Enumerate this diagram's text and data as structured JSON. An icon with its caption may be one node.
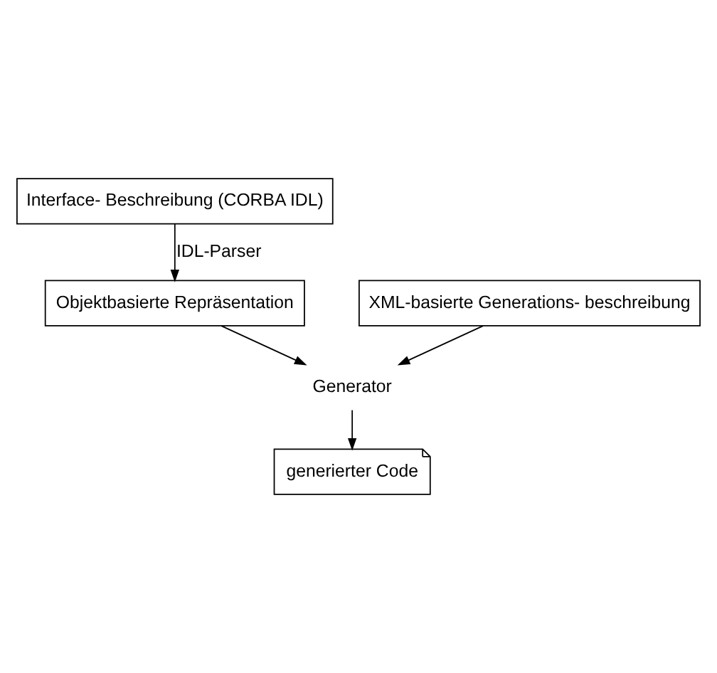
{
  "diagram": {
    "nodes": [
      {
        "text": [
          "Interface- Beschreibung (CORBA IDL)"
        ]
      },
      {
        "text": [
          "Objektbasierte Repräsentation"
        ]
      },
      {
        "text": [
          "XML-basierte Generations- beschreibung"
        ]
      },
      {
        "text": [
          "Generator"
        ]
      },
      {
        "text": [
          "generierter Code"
        ]
      }
    ],
    "edges": [
      {
        "from": 0,
        "to": 1,
        "arrow": "to",
        "label": "IDL-Parser"
      },
      {
        "from": 1,
        "to": 3,
        "arrow": "to"
      },
      {
        "from": 2,
        "to": 3,
        "arrow": "to"
      },
      {
        "from": 3,
        "to": 4,
        "arrow": "to"
      }
    ]
  }
}
